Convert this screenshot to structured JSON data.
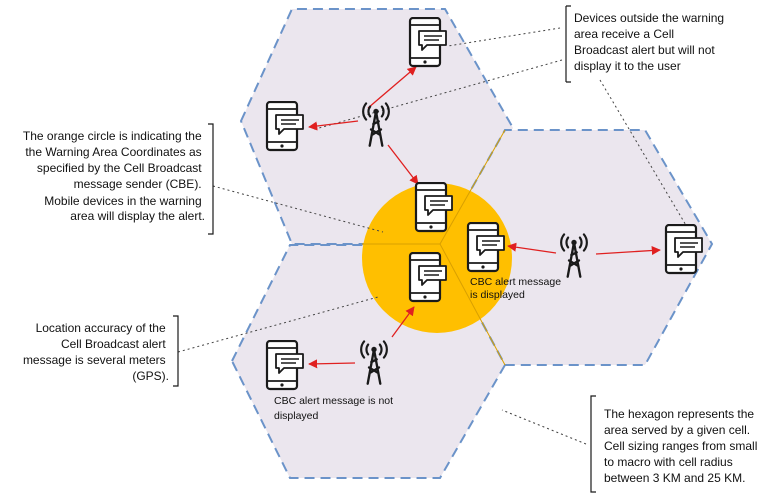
{
  "colors": {
    "hexagon_fill": "#ebe6ee",
    "hexagon_stroke": "#6b93c9",
    "warning_circle": "#ffbf00",
    "arrow": "#e02020",
    "device_stroke": "#1a1a1a"
  },
  "annotations": {
    "outside_devices": [
      "Devices outside the warning",
      "area receive a Cell",
      "Broadcast alert but will not",
      "display it to the user"
    ],
    "orange_circle": [
      "The orange circle is indicating the",
      "the Warning Area Coordinates as",
      "specified by the Cell Broadcast",
      "message sender (CBE).",
      "Mobile devices in the warning",
      "area will display the alert."
    ],
    "location_accuracy": [
      "Location accuracy of the",
      "Cell Broadcast alert",
      "message is several meters",
      "(GPS)."
    ],
    "hexagon": [
      "The hexagon  represents the",
      "area  served by a given cell.",
      "Cell sizing ranges from small",
      "to macro with cell radius",
      "between 3 KM and 25 KM."
    ]
  },
  "labels": {
    "displayed": [
      "CBC alert message",
      "is displayed"
    ],
    "not_displayed": [
      "CBC alert message is not",
      "displayed"
    ]
  },
  "icons": {
    "tower": "cell-tower-icon",
    "device": "smartphone-message-icon"
  }
}
